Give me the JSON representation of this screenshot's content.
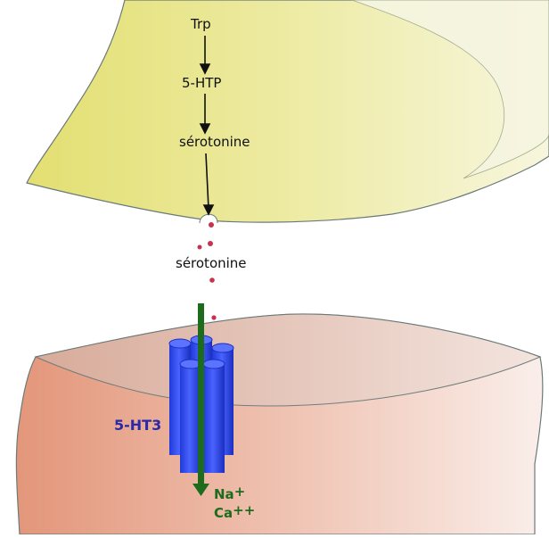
{
  "pathway": {
    "step1": "Trp",
    "step2": "5-HTP",
    "step3": "sérotonine"
  },
  "cleft_label": "sérotonine",
  "receptor_label": "5-HT3",
  "ions": {
    "na": "Na",
    "na_charge": "+",
    "ca": "Ca",
    "ca_charge": "++"
  },
  "colors": {
    "presynaptic": "#e6e27a",
    "postsynaptic": "#e59d80",
    "receptor": "#2f4cf0",
    "flux_arrow": "#1d6b1d",
    "serotonin": "#c8324f"
  }
}
